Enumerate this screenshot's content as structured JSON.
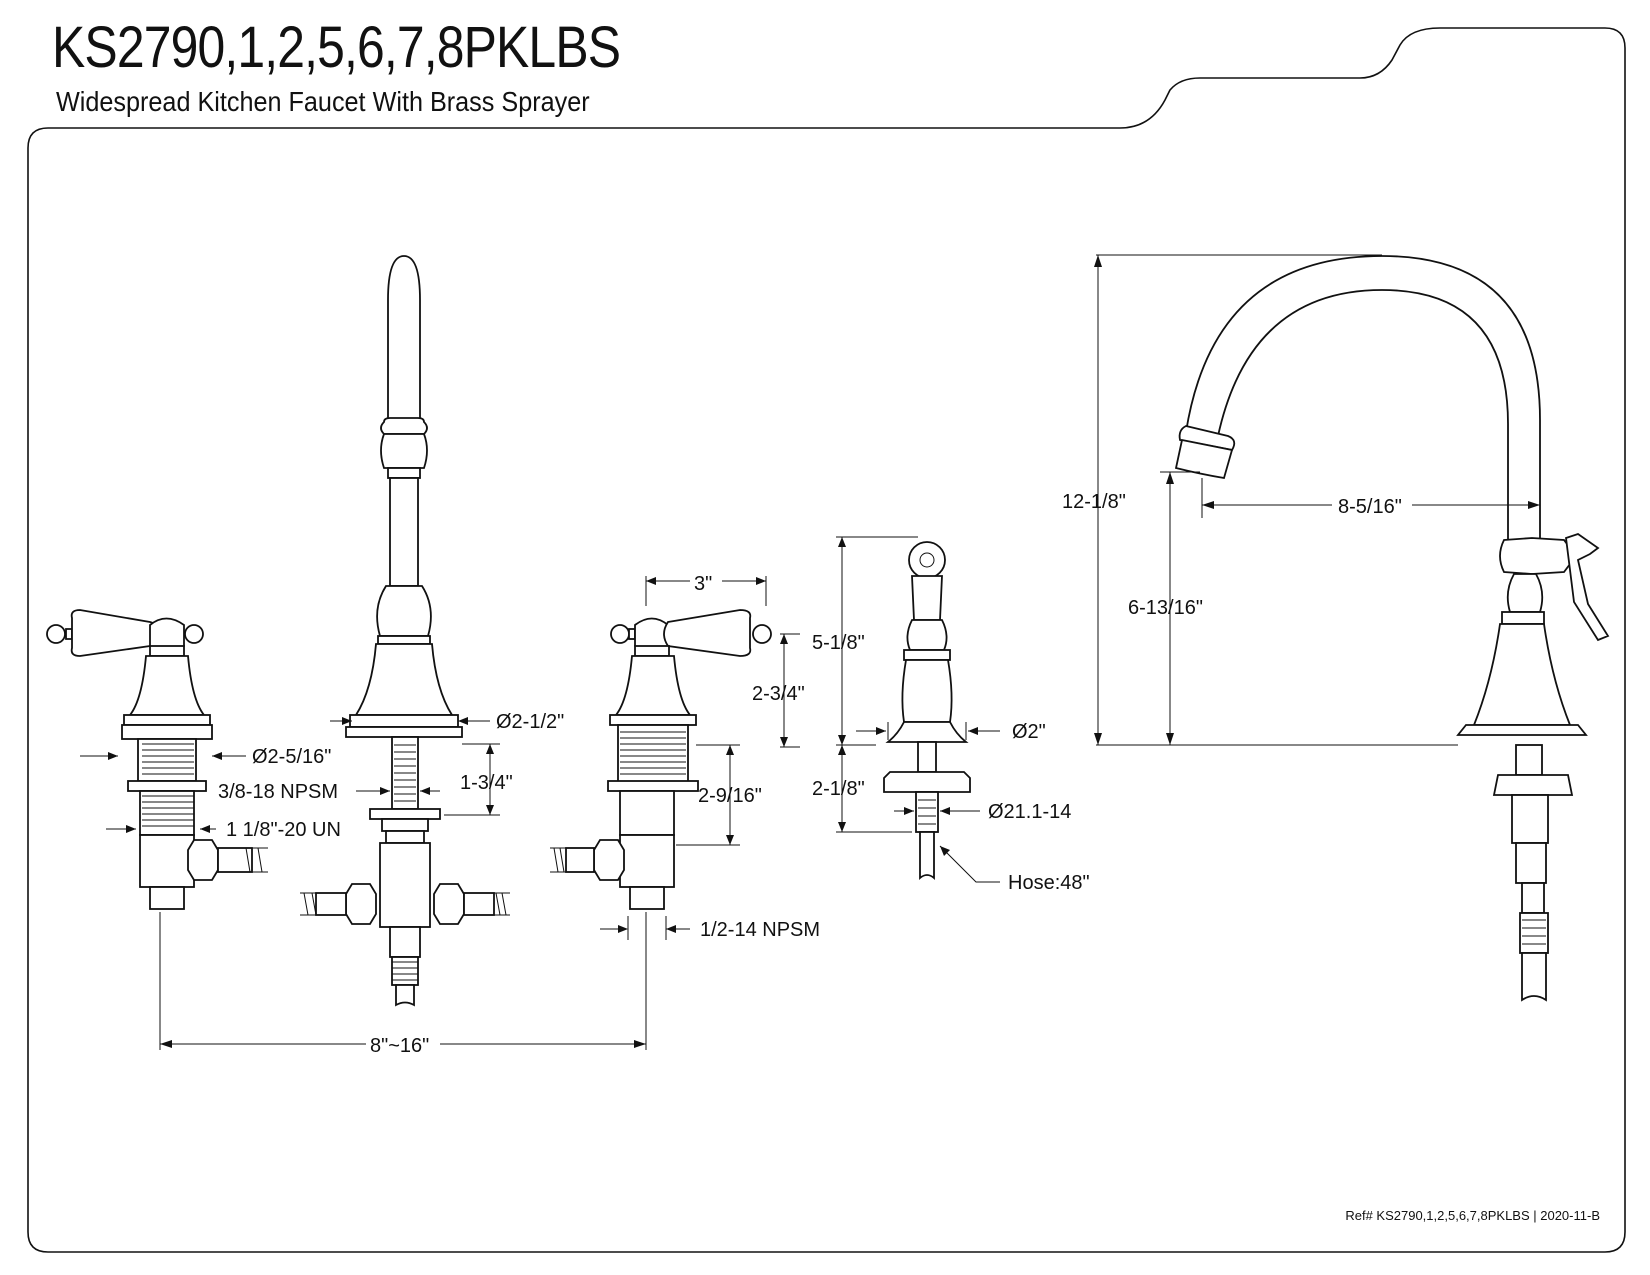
{
  "header": {
    "title": "KS2790,1,2,5,6,7,8PKLBS",
    "subtitle": "Widespread Kitchen Faucet With Brass Sprayer"
  },
  "footer": {
    "reference": "Ref# KS2790,1,2,5,6,7,8PKLBS | 2020-11-B"
  },
  "dimensions": {
    "valve_body_dia": "Ø2-5/16\"",
    "valve_thread": "3/8-18 NPSM",
    "shank_thread": "1 1/8\"-20 UN",
    "spout_base_dia": "Ø2-1/2\"",
    "shank_length": "1-3/4\"",
    "handle_width": "3\"",
    "handle_height": "2-3/4\"",
    "valve_shank_length": "2-9/16\"",
    "outlet_thread": "1/2-14 NPSM",
    "spread": "8\"~16\"",
    "sprayer_height": "5-1/8\"",
    "sprayer_base_dia": "Ø2\"",
    "sprayer_shank_length": "2-1/8\"",
    "sprayer_thread": "Ø21.1-14",
    "hose_length": "Hose:48\"",
    "overall_height": "12-1/8\"",
    "spout_clearance": "6-13/16\"",
    "spout_reach": "8-5/16\""
  }
}
